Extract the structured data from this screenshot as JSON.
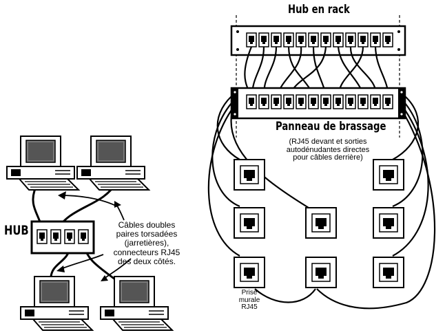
{
  "labels": {
    "hub_rack": "Hub en rack",
    "patch_panel": "Panneau de brassage",
    "patch_panel_note": [
      "(RJ45 devant et sorties",
      "autodénudantes directes",
      "pour câbles derrière)"
    ],
    "hub": "HUB",
    "cable_note": [
      "Câbles doubles",
      "paires torsadées",
      "(jarretières),",
      "connecteurs RJ45",
      "des deux côtés."
    ],
    "wall_outlet": [
      "Prise",
      "murale",
      "RJ45"
    ]
  },
  "counts": {
    "rack_hub_ports": 12,
    "patch_panel_ports": 12,
    "hub_ports": 4,
    "wall_outlets": 8,
    "computers": 4
  },
  "colors": {
    "ink": "#000000",
    "paper": "#ffffff",
    "screen": "#7a7a7a"
  }
}
